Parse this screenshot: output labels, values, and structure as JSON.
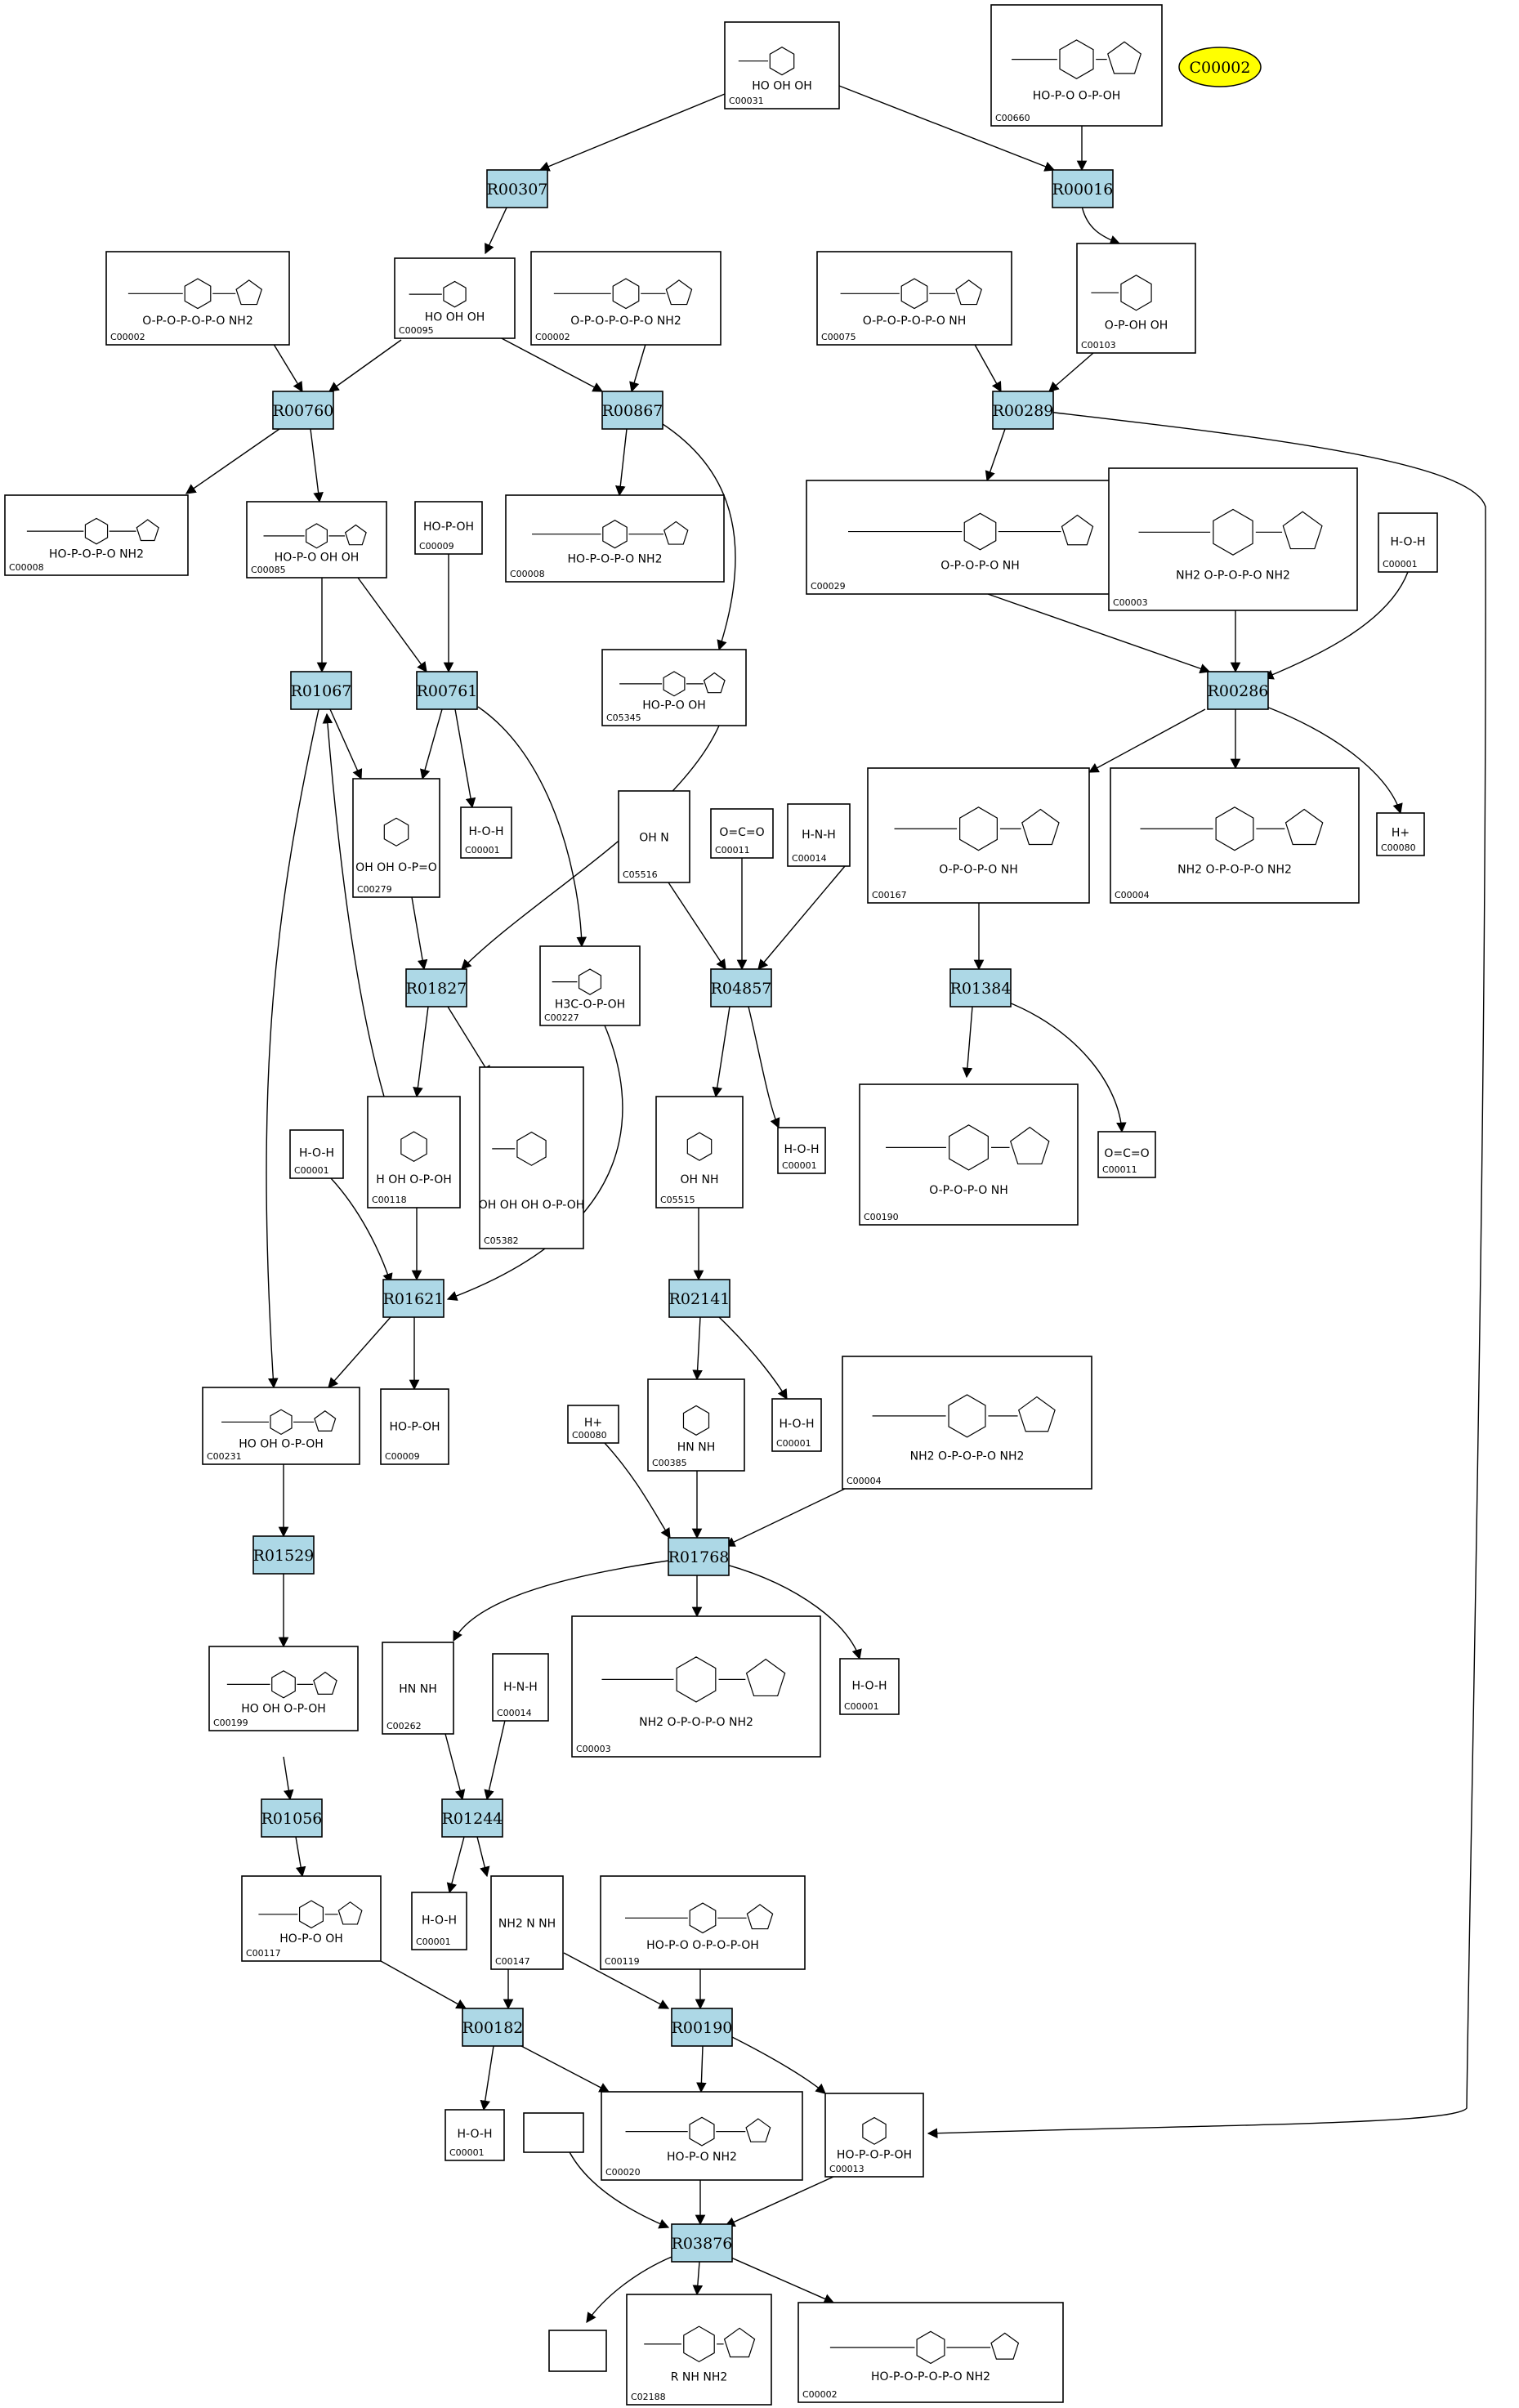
{
  "highlight": {
    "label": "C00002",
    "color": "#ffff00"
  },
  "colors": {
    "reaction_fill": "#add8e6",
    "node_border": "#000000",
    "edge": "#000000"
  },
  "reactions": [
    {
      "id": "r00307",
      "label": "R00307"
    },
    {
      "id": "r00016",
      "label": "R00016"
    },
    {
      "id": "r00760",
      "label": "R00760"
    },
    {
      "id": "r00867",
      "label": "R00867"
    },
    {
      "id": "r00289",
      "label": "R00289"
    },
    {
      "id": "r01067",
      "label": "R01067"
    },
    {
      "id": "r00761",
      "label": "R00761"
    },
    {
      "id": "r00286",
      "label": "R00286"
    },
    {
      "id": "r01827",
      "label": "R01827"
    },
    {
      "id": "r04857",
      "label": "R04857"
    },
    {
      "id": "r01384",
      "label": "R01384"
    },
    {
      "id": "r01621",
      "label": "R01621"
    },
    {
      "id": "r02141",
      "label": "R02141"
    },
    {
      "id": "r01529",
      "label": "R01529"
    },
    {
      "id": "r01768",
      "label": "R01768"
    },
    {
      "id": "r01056",
      "label": "R01056"
    },
    {
      "id": "r01244",
      "label": "R01244"
    },
    {
      "id": "r00182",
      "label": "R00182"
    },
    {
      "id": "r00190",
      "label": "R00190"
    },
    {
      "id": "r03876",
      "label": "R03876"
    }
  ],
  "compounds": [
    {
      "id": "c00031_top",
      "label": "C00031",
      "formula": "HO  OH  OH"
    },
    {
      "id": "c00660",
      "label": "C00660",
      "formula": "HO-P-O  O-P-OH"
    },
    {
      "id": "c00002_a",
      "label": "C00002",
      "formula": "O-P-O-P-O-P-O  NH2"
    },
    {
      "id": "c00095",
      "label": "C00095",
      "formula": "HO  OH  OH"
    },
    {
      "id": "c00002_b",
      "label": "C00002",
      "formula": "O-P-O-P-O-P-O  NH2"
    },
    {
      "id": "c00075",
      "label": "C00075",
      "formula": "O-P-O-P-O-P-O  NH"
    },
    {
      "id": "c00103",
      "label": "C00103",
      "formula": "O-P-OH  OH"
    },
    {
      "id": "c00008",
      "label": "C00008",
      "formula": "HO-P-O-P-O  NH2"
    },
    {
      "id": "c00085",
      "label": "C00085",
      "formula": "HO-P-O  OH  OH"
    },
    {
      "id": "c00009_a",
      "label": "C00009",
      "formula": "HO-P-OH"
    },
    {
      "id": "c00008_b",
      "label": "C00008",
      "formula": "HO-P-O-P-O  NH2"
    },
    {
      "id": "c00029",
      "label": "C00029",
      "formula": "O-P-O-P-O  NH"
    },
    {
      "id": "c00003_a",
      "label": "C00003",
      "formula": "NH2  O-P-O-P-O  NH2"
    },
    {
      "id": "c00001_a",
      "label": "C00001",
      "formula": "H-O-H"
    },
    {
      "id": "c05345",
      "label": "C05345",
      "formula": "HO-P-O  OH"
    },
    {
      "id": "c00279",
      "label": "C00279",
      "formula": "OH  OH  O-P=O"
    },
    {
      "id": "c00001_b",
      "label": "C00001",
      "formula": "H-O-H"
    },
    {
      "id": "c05516",
      "label": "C05516",
      "formula": "OH  N"
    },
    {
      "id": "c00011_a",
      "label": "C00011",
      "formula": "O=C=O"
    },
    {
      "id": "c00014_a",
      "label": "C00014",
      "formula": "H-N-H"
    },
    {
      "id": "c00167",
      "label": "C00167",
      "formula": "O-P-O-P-O  NH"
    },
    {
      "id": "c00004_a",
      "label": "C00004",
      "formula": "NH2  O-P-O-P-O  NH2"
    },
    {
      "id": "c00080_a",
      "label": "C00080",
      "formula": "H+"
    },
    {
      "id": "c00227",
      "label": "C00227",
      "formula": "H3C-O-P-OH"
    },
    {
      "id": "c00118",
      "label": "C00118",
      "formula": "H  OH  O-P-OH"
    },
    {
      "id": "c05382",
      "label": "C05382",
      "formula": "OH  OH  OH  O-P-OH"
    },
    {
      "id": "c00001_c",
      "label": "C00001",
      "formula": "H-O-H"
    },
    {
      "id": "c05515",
      "label": "C05515",
      "formula": "OH  NH"
    },
    {
      "id": "c00001_d",
      "label": "C00001",
      "formula": "H-O-H"
    },
    {
      "id": "c00190",
      "label": "C00190",
      "formula": "O-P-O-P-O  NH"
    },
    {
      "id": "c00011_b",
      "label": "C00011",
      "formula": "O=C=O"
    },
    {
      "id": "c00231",
      "label": "C00231",
      "formula": "HO  OH  O-P-OH"
    },
    {
      "id": "c00009_b",
      "label": "C00009",
      "formula": "HO-P-OH"
    },
    {
      "id": "c00080_b",
      "label": "C00080",
      "formula": "H+"
    },
    {
      "id": "c00385",
      "label": "C00385",
      "formula": "HN  NH"
    },
    {
      "id": "c00001_e",
      "label": "C00001",
      "formula": "H-O-H"
    },
    {
      "id": "c00004_b",
      "label": "C00004",
      "formula": "NH2  O-P-O-P-O  NH2"
    },
    {
      "id": "c00199",
      "label": "C00199",
      "formula": "HO  OH  O-P-OH"
    },
    {
      "id": "c00262",
      "label": "C00262",
      "formula": "HN  NH"
    },
    {
      "id": "c00014_b",
      "label": "C00014",
      "formula": "H-N-H"
    },
    {
      "id": "c00003_b",
      "label": "C00003",
      "formula": "NH2  O-P-O-P-O  NH2"
    },
    {
      "id": "c00001_f",
      "label": "C00001",
      "formula": "H-O-H"
    },
    {
      "id": "c00117",
      "label": "C00117",
      "formula": "HO-P-O  OH"
    },
    {
      "id": "c00001_g",
      "label": "C00001",
      "formula": "H-O-H"
    },
    {
      "id": "c00147",
      "label": "C00147",
      "formula": "NH2  N  NH"
    },
    {
      "id": "c00119",
      "label": "C00119",
      "formula": "HO-P-O  O-P-O-P-OH"
    },
    {
      "id": "c00001_h",
      "label": "C00001",
      "formula": "H-O-H"
    },
    {
      "id": "blank_a",
      "label": "",
      "formula": ""
    },
    {
      "id": "c00020",
      "label": "C00020",
      "formula": "HO-P-O  NH2"
    },
    {
      "id": "c00013",
      "label": "C00013",
      "formula": "HO-P-O-P-OH"
    },
    {
      "id": "blank_b",
      "label": "",
      "formula": ""
    },
    {
      "id": "c02188",
      "label": "C02188",
      "formula": "R  NH  NH2"
    },
    {
      "id": "c00002_c",
      "label": "C00002",
      "formula": "HO-P-O-P-O-P-O  NH2"
    }
  ]
}
